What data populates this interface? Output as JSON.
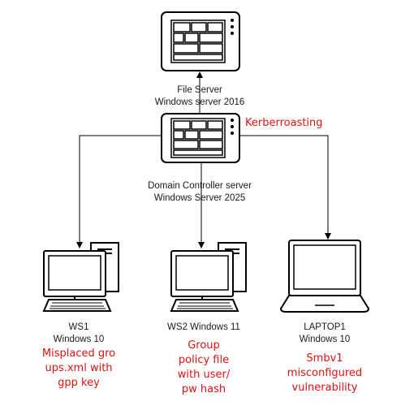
{
  "nodes": {
    "file_server": {
      "name": "File Server",
      "os": "Windows server 2016"
    },
    "domain_controller": {
      "name": "Domain Controller server",
      "os": "Windows Server 2025",
      "vuln": "Kerberroasting"
    },
    "ws1": {
      "name": "WS1",
      "os": "Windows 10",
      "vuln": [
        "Misplaced gro",
        "ups.xml with",
        "gpp key"
      ]
    },
    "ws2": {
      "name": "WS2 Windows 11",
      "vuln": [
        "Group",
        "policy file",
        "with user/",
        "pw hash"
      ]
    },
    "laptop1": {
      "name": "LAPTOP1",
      "os": "Windows 10",
      "vuln": [
        "Smbv1",
        "misconfigured",
        "vulnerability"
      ]
    }
  },
  "colors": {
    "stroke": "#000000",
    "vuln_text": "#e01010",
    "label_text": "#1a1a1a"
  },
  "icons": {
    "server": "server-rack-icon",
    "desktop": "desktop-computer-icon",
    "laptop": "laptop-icon"
  }
}
